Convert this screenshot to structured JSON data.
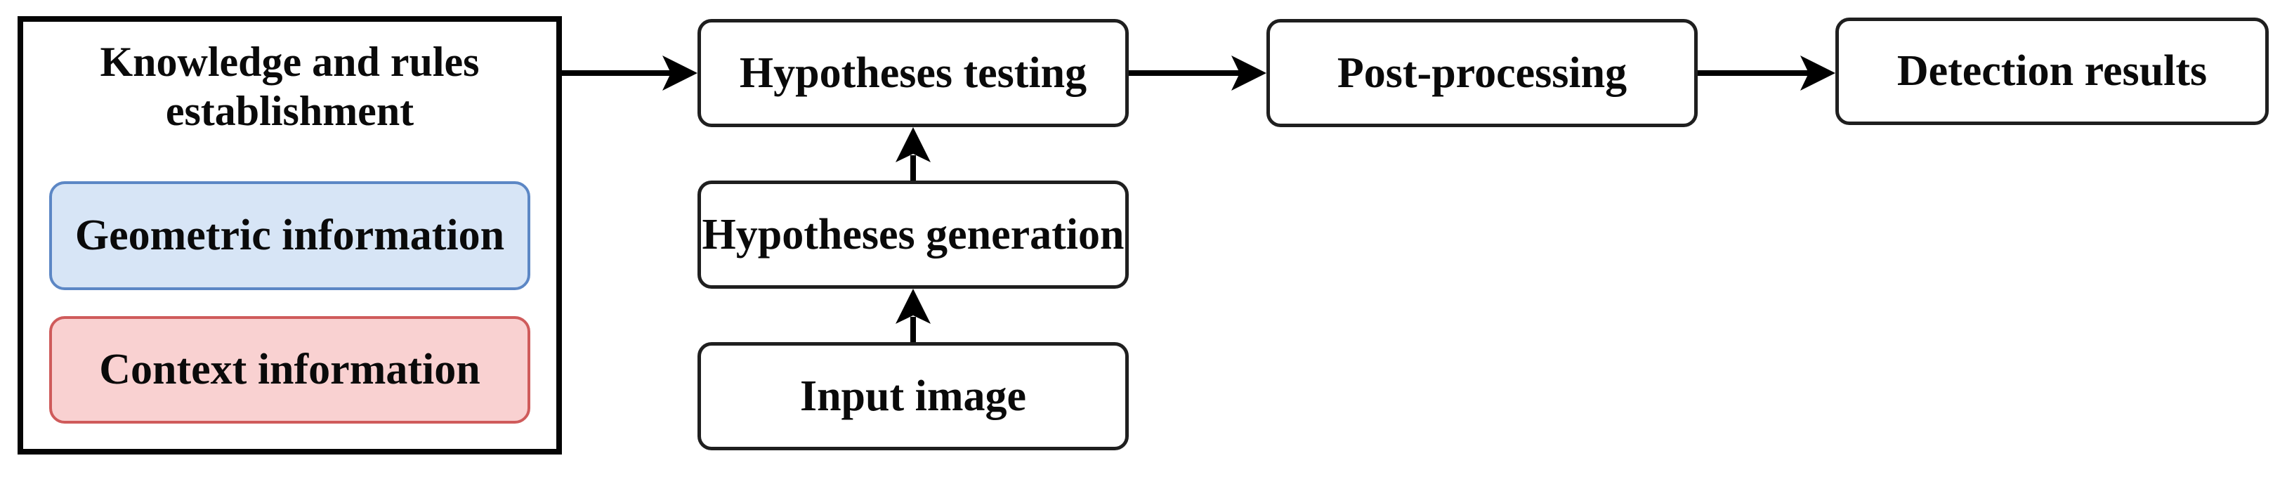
{
  "figure": {
    "knowledge_box": {
      "title": "Knowledge and rules establishment",
      "items": [
        {
          "id": "geometric",
          "label": "Geometric information"
        },
        {
          "id": "context",
          "label": "Context information"
        }
      ]
    },
    "nodes": [
      {
        "id": "hypotheses-testing",
        "label": "Hypotheses testing"
      },
      {
        "id": "hypotheses-generation",
        "label": "Hypotheses generation"
      },
      {
        "id": "input-image",
        "label": "Input image"
      },
      {
        "id": "post-processing",
        "label": "Post-processing"
      },
      {
        "id": "detection-results",
        "label": "Detection results"
      }
    ],
    "colors": {
      "geometric-fill": "#d7e5f6",
      "geometric-border": "#5c87c5",
      "context-fill": "#f9d1d1",
      "context-border": "#cf5b5b",
      "node-border": "#1f1f1f",
      "line": "#000000",
      "background": "#ffffff"
    }
  }
}
